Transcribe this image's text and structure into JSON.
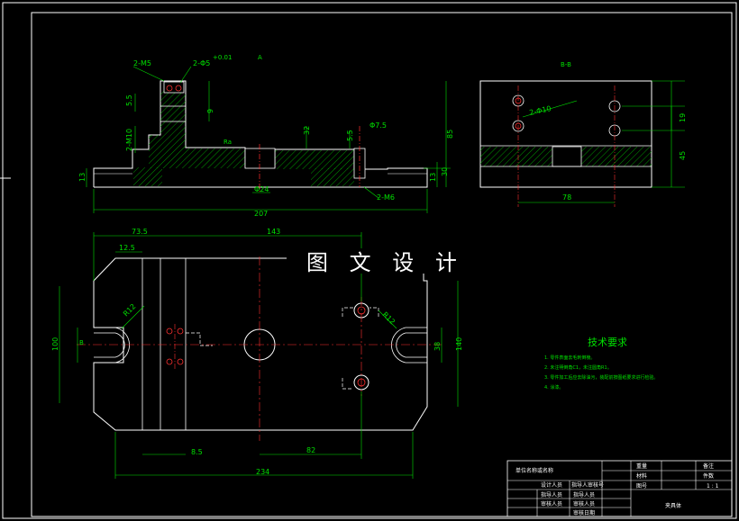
{
  "watermark": "图 文 设 计",
  "front_view": {
    "dims": {
      "d_2m5": "2-M5",
      "d_phi5": "2-Φ5",
      "d_tol": "+0.01",
      "d_5_5": "5.5",
      "d_2m10": "2-M10",
      "d_9": "9",
      "d_phi7_5": "Φ7.5",
      "d_32": "32",
      "d_5_5b": "5.5",
      "d_phi24": "Φ24",
      "d_2m6": "2-M6",
      "d_13": "13",
      "d_13b": "13",
      "d_30": "30",
      "d_207": "207",
      "d_ra": "Ra",
      "d_a": "A",
      "d_85": "85"
    }
  },
  "side_view": {
    "label_top": "B-B",
    "dims": {
      "d_2phi10": "2-Φ10",
      "d_19": "19",
      "d_45": "45",
      "d_78": "78"
    }
  },
  "plan_view": {
    "dims": {
      "d_73_5": "73.5",
      "d_143": "143",
      "d_12_5": "12.5",
      "d_r12": "R12",
      "d_100": "100",
      "d_r12b": "R12",
      "d_38": "38",
      "d_140": "140",
      "d_8_5": "8.5",
      "d_82": "82",
      "d_234": "234",
      "d_b": "B"
    }
  },
  "tech_req": {
    "title": "技术要求",
    "items": [
      "1. 零件表面去毛刺倒棱。",
      "2. 未注明倒角C1，未注圆角R1。",
      "3. 零件加工后应去除油污，装配前按图纸要求进行检验。",
      "4. 涂漆。"
    ]
  },
  "title_block": {
    "part_name": "单位名称或名称",
    "drawing_name": "夹具体",
    "cells": {
      "r1c1": "重量",
      "r1c2": "备注",
      "r2c1": "材料",
      "r2c2": "件数",
      "r3c1": "图号",
      "r3c2": "1 : 1",
      "designer": "设计人员",
      "checker": "审核人员",
      "guide": "指导人员",
      "reviewer": "审核人员",
      "proc": "指导人员",
      "date": "审核日期",
      "struct": "指导人审核号"
    }
  }
}
